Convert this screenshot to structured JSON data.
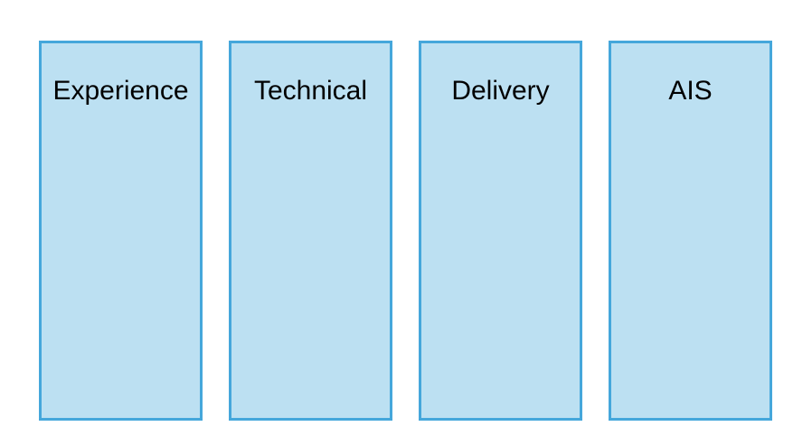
{
  "diagram": {
    "columns": [
      {
        "label": "Experience"
      },
      {
        "label": "Technical"
      },
      {
        "label": "Delivery"
      },
      {
        "label": "AIS"
      }
    ]
  },
  "colors": {
    "box_fill": "#BCE0F2",
    "box_border": "#45A7DB",
    "label_text": "#000000",
    "background": "#FFFFFF"
  }
}
